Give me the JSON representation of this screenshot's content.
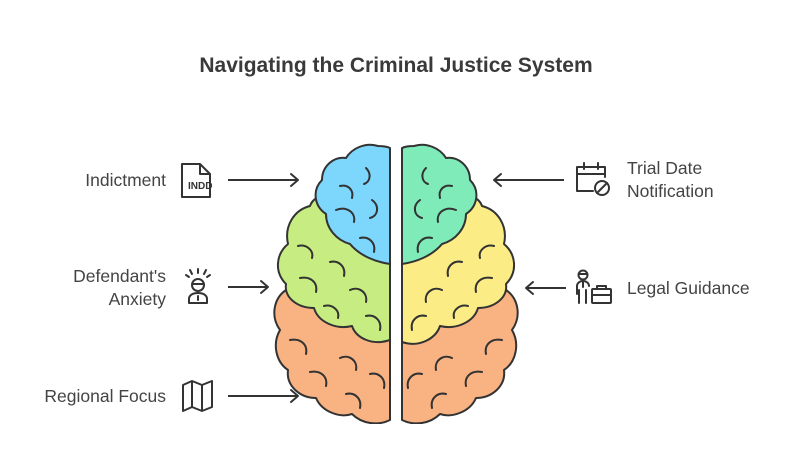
{
  "title": "Navigating the Criminal Justice System",
  "items": {
    "indictment": {
      "label": "Indictment",
      "icon": "indd-file-icon",
      "brain_region": "upper-left"
    },
    "anxiety": {
      "label_line1": "Defendant's",
      "label_line2": "Anxiety",
      "icon": "stressed-person-icon",
      "brain_region": "middle-left"
    },
    "regional": {
      "label": "Regional Focus",
      "icon": "map-icon",
      "brain_region": "lower-left"
    },
    "trial": {
      "label_line1": "Trial Date",
      "label_line2": "Notification",
      "icon": "calendar-cancel-icon",
      "brain_region": "upper-right"
    },
    "legal": {
      "label": "Legal Guidance",
      "icon": "lawyer-briefcase-icon",
      "brain_region": "middle-right"
    }
  },
  "icon_text": {
    "indd": "INDD"
  },
  "colors": {
    "blue": "#7dd6fb",
    "green_teal": "#7febb8",
    "lime": "#c7ec82",
    "yellow": "#fbec86",
    "orange": "#f9b383",
    "stroke": "#333333"
  }
}
